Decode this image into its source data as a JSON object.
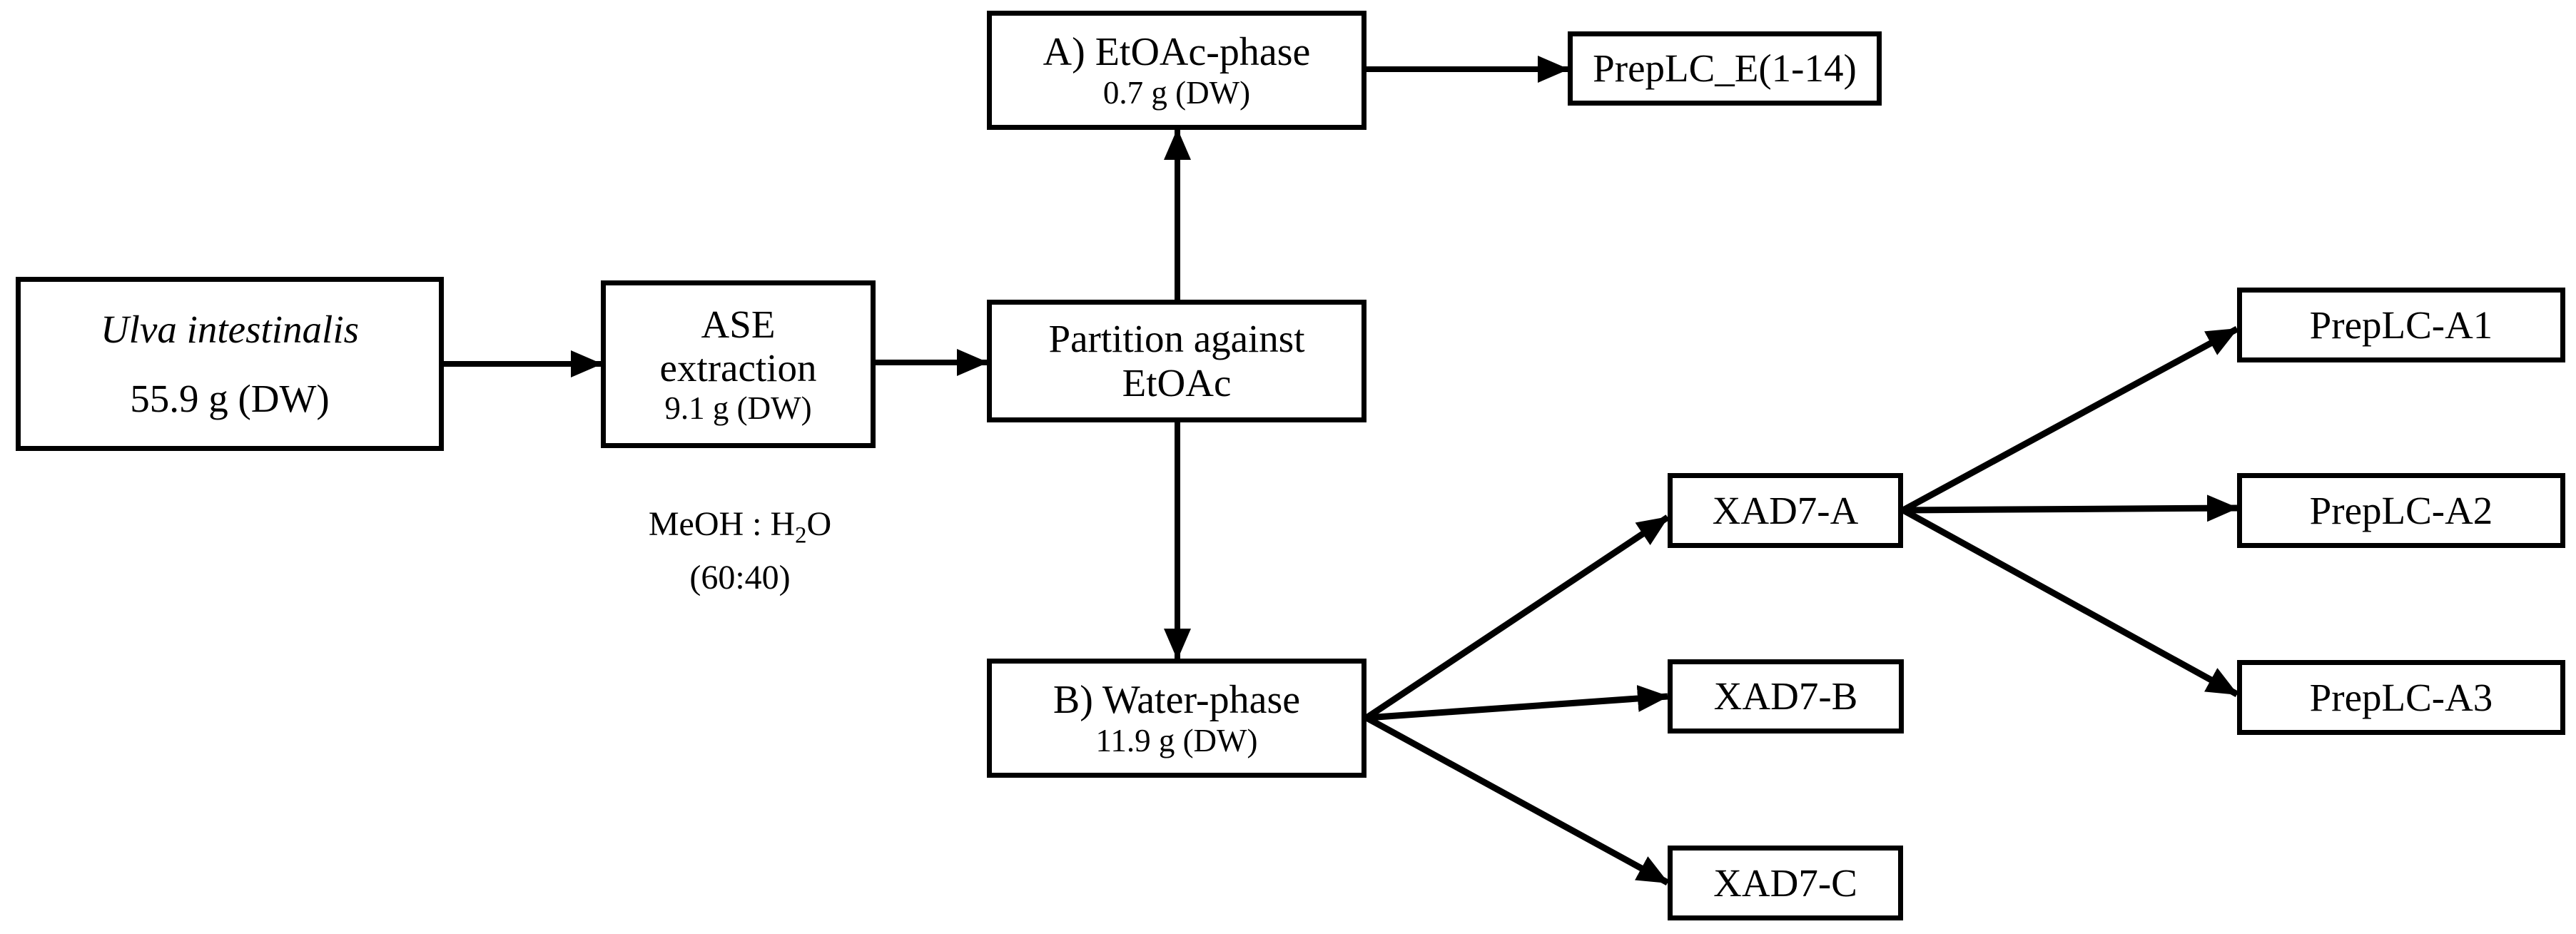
{
  "figure": {
    "colors": {
      "background": "#ffffff",
      "box_fill": "#ffffff",
      "box_border": "#000000",
      "text": "#000000",
      "arrow": "#000000"
    },
    "nodes": {
      "ulva": {
        "title": "Ulva intestinalis",
        "weight": "55.9 g (DW)"
      },
      "ase": {
        "line1": "ASE",
        "line2": "extraction",
        "weight": "9.1 g (DW)"
      },
      "solvent": {
        "prefix": "MeOH : H",
        "sub": "2",
        "suffix": "O",
        "ratio": "(60:40)"
      },
      "partition": {
        "line1": "Partition against",
        "line2": "EtOAc"
      },
      "etoac_phase": {
        "title": "A) EtOAc-phase",
        "weight": "0.7 g (DW)"
      },
      "water_phase": {
        "title": "B) Water-phase",
        "weight": "11.9 g (DW)"
      },
      "preplc_e": {
        "label": "PrepLC_E(1-14)"
      },
      "xad7_a": {
        "label": "XAD7-A"
      },
      "xad7_b": {
        "label": "XAD7-B"
      },
      "xad7_c": {
        "label": "XAD7-C"
      },
      "preplc_a1": {
        "label": "PrepLC-A1"
      },
      "preplc_a2": {
        "label": "PrepLC-A2"
      },
      "preplc_a3": {
        "label": "PrepLC-A3"
      }
    },
    "edges": [
      {
        "from": "ulva",
        "to": "ase"
      },
      {
        "from": "ase",
        "to": "partition"
      },
      {
        "from": "partition",
        "to": "etoac_phase"
      },
      {
        "from": "partition",
        "to": "water_phase"
      },
      {
        "from": "etoac_phase",
        "to": "preplc_e"
      },
      {
        "from": "water_phase",
        "to": "xad7_a"
      },
      {
        "from": "water_phase",
        "to": "xad7_b"
      },
      {
        "from": "water_phase",
        "to": "xad7_c"
      },
      {
        "from": "xad7_a",
        "to": "preplc_a1"
      },
      {
        "from": "xad7_a",
        "to": "preplc_a2"
      },
      {
        "from": "xad7_a",
        "to": "preplc_a3"
      }
    ]
  }
}
